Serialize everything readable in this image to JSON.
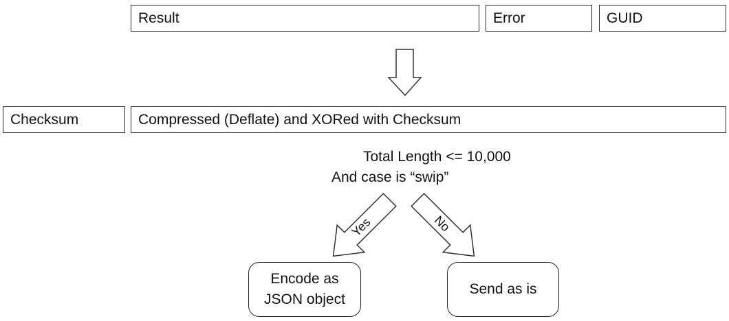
{
  "header_fields": {
    "result": "Result",
    "error": "Error",
    "guid": "GUID"
  },
  "packed_fields": {
    "checksum": "Checksum",
    "payload": "Compressed (Deflate) and XORed with Checksum"
  },
  "condition": {
    "line1": "Total Length <= 10,000",
    "line2": "And case is “swip”"
  },
  "branches": {
    "yes_label": "Yes",
    "no_label": "No"
  },
  "outcomes": {
    "encode_line1": "Encode as",
    "encode_line2": "JSON object",
    "send": "Send as is"
  }
}
